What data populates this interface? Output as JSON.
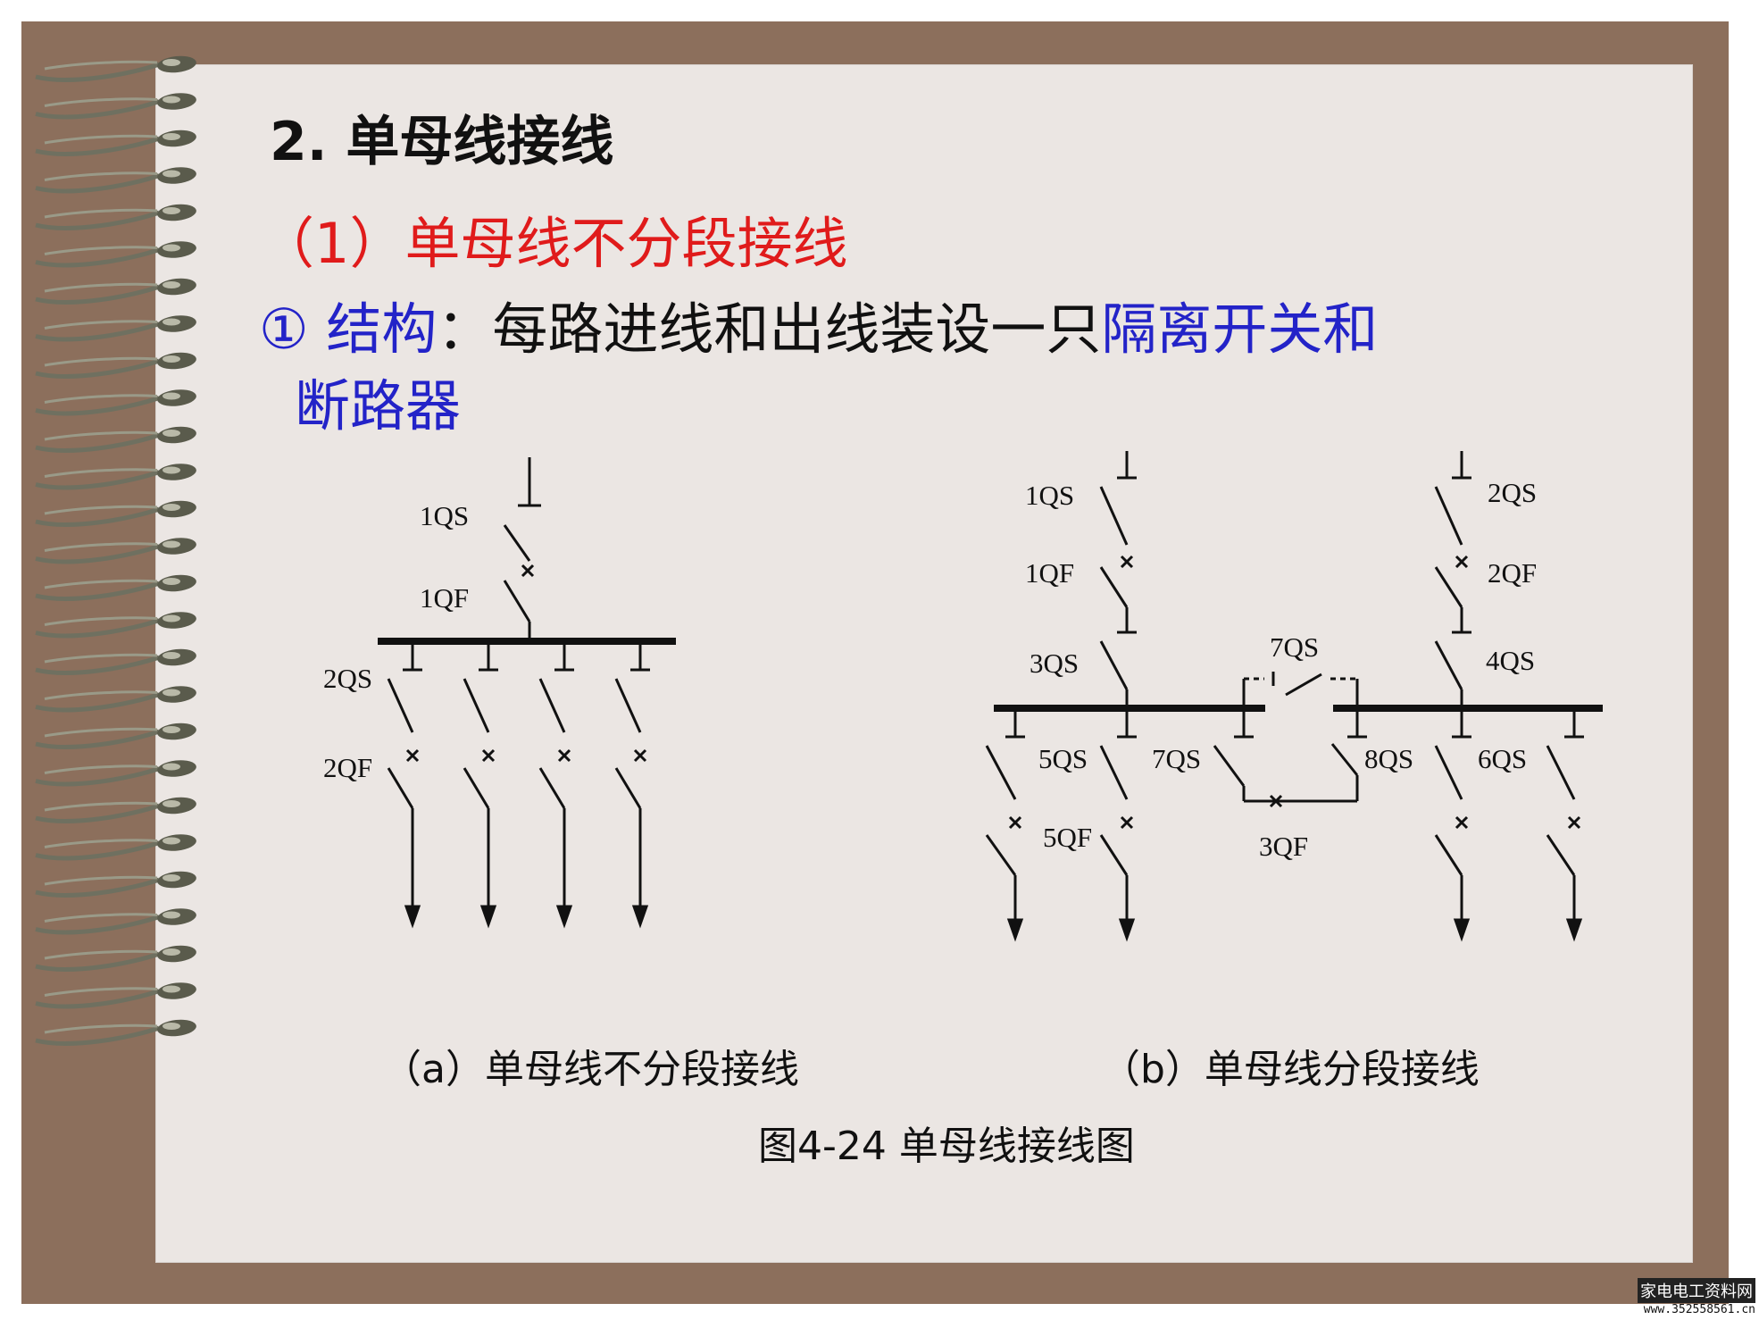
{
  "heading": "2. 单母线接线",
  "subheading": "（1）单母线不分段接线",
  "structure": {
    "marker": "①",
    "label": "结构",
    "colon": "：",
    "text": "每路进线和出线装设一只",
    "highlight_line1": "隔离开关和",
    "highlight_line2": "断路器"
  },
  "diagram_a": {
    "labels": {
      "in_qs": "1QS",
      "in_qf": "1QF",
      "out_qs": "2QS",
      "out_qf": "2QF"
    },
    "caption": "（a）单母线不分段接线"
  },
  "diagram_b": {
    "labels": {
      "qs1": "1QS",
      "qf1": "1QF",
      "qs3": "3QS",
      "qs2": "2QS",
      "qf2": "2QF",
      "qs4": "4QS",
      "qs7_top": "7QS",
      "qs7_low": "7QS",
      "qf3": "3QF",
      "qs5": "5QS",
      "qf5": "5QF",
      "qs8": "8QS",
      "qs6": "6QS"
    },
    "caption": "（b）单母线分段接线"
  },
  "figure_caption": "图4-24 单母线接线图",
  "watermark": {
    "site": "家电电工资料网",
    "url": "www.352558561.cn"
  },
  "colors": {
    "frame": "#8c6f5c",
    "paper": "#ebe6e3",
    "red": "#e01b1b",
    "blue": "#2323c8",
    "spiral": "#6f7060"
  }
}
